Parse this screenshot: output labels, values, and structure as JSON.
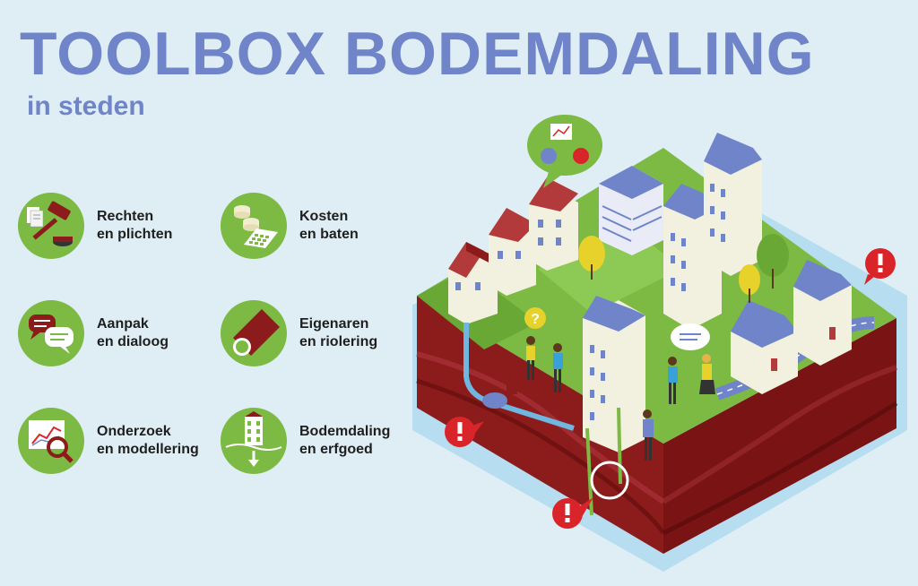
{
  "header": {
    "title": "TOOLBOX BODEMDALING",
    "subtitle": "in steden"
  },
  "tools": [
    {
      "line1": "Rechten",
      "line2": "en plichten",
      "icon": "gavel-document-icon"
    },
    {
      "line1": "Kosten",
      "line2": "en baten",
      "icon": "coins-calculator-icon"
    },
    {
      "line1": "Aanpak",
      "line2": "en dialoog",
      "icon": "speech-bubbles-icon"
    },
    {
      "line1": "Eigenaren",
      "line2": "en riolering",
      "icon": "sewer-pipe-icon"
    },
    {
      "line1": "Onderzoek",
      "line2": "en modellering",
      "icon": "chart-magnifier-icon"
    },
    {
      "line1": "Bodemdaling",
      "line2": "en erfgoed",
      "icon": "building-subsidence-icon"
    }
  ],
  "colors": {
    "title": "#6f84c9",
    "icon_bg": "#7cba43",
    "grass": "#7cba43",
    "soil": "#8c1c1c",
    "alert": "#d9252a",
    "background": "#dfeef4"
  }
}
